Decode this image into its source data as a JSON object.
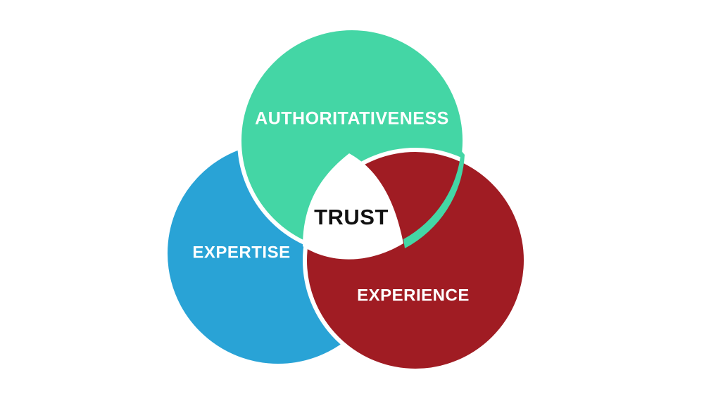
{
  "diagram": {
    "circles": [
      {
        "id": "authoritativeness",
        "label": "AUTHORITATIVENESS",
        "color": "#44d6a5"
      },
      {
        "id": "expertise",
        "label": "EXPERTISE",
        "color": "#29a3d6"
      },
      {
        "id": "experience",
        "label": "EXPERIENCE",
        "color": "#a01c23"
      }
    ],
    "center_label": "TRUST",
    "outline_color": "#ffffff",
    "background_color": "#ffffff"
  }
}
